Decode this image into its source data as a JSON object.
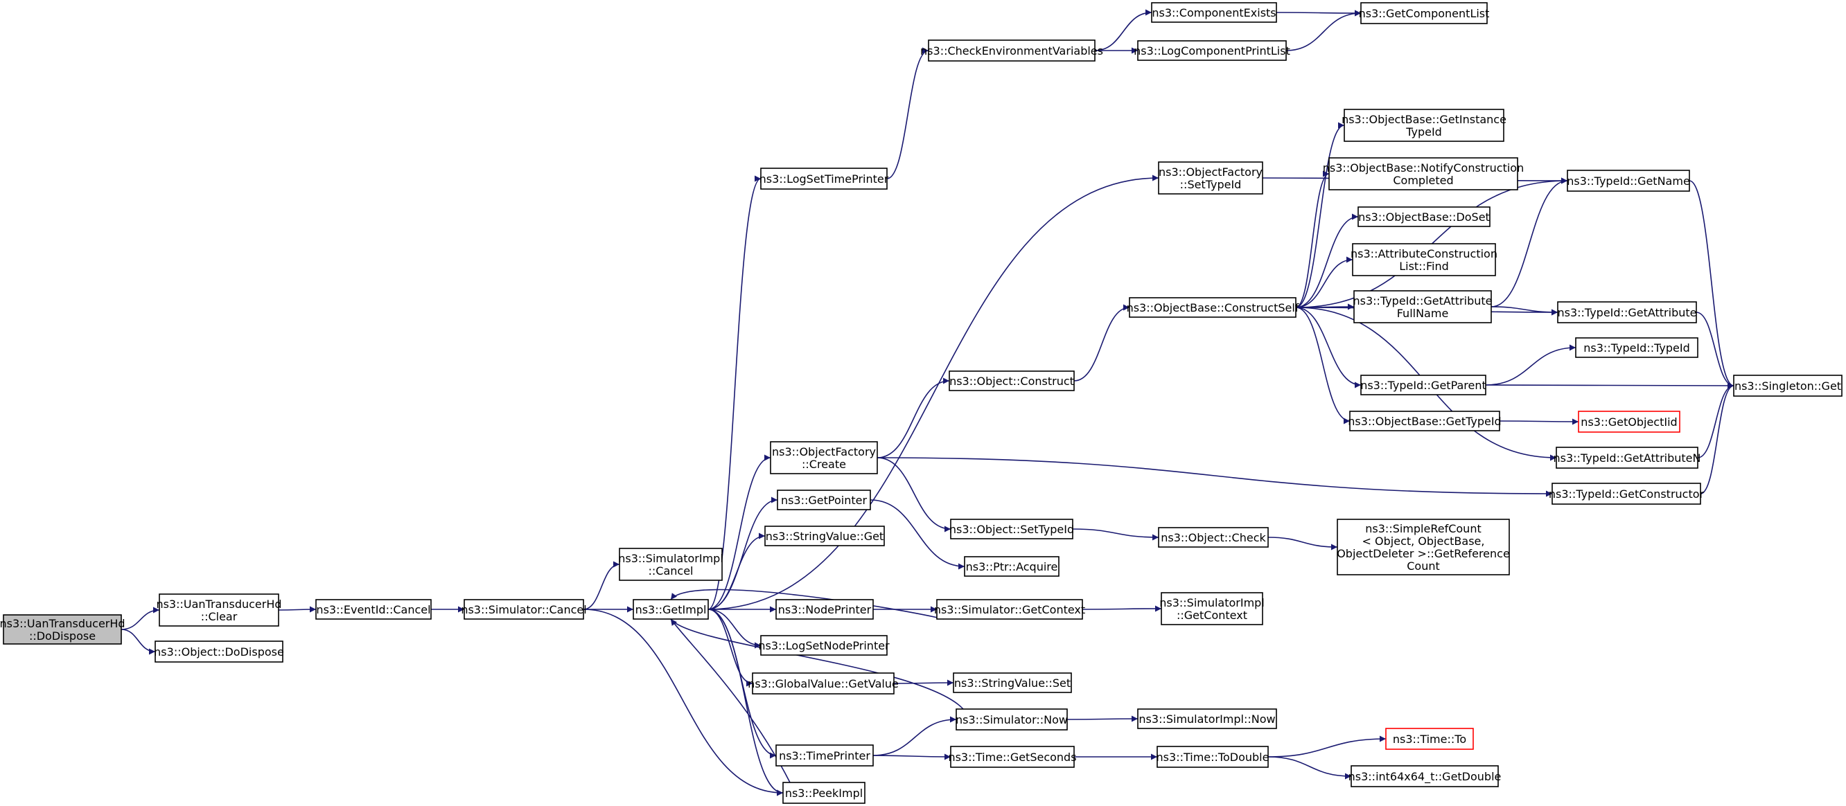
{
  "colors": {
    "edge": "#191970",
    "root_fill": "#bfbfbf",
    "node_border": "#000000",
    "external_border": "#ff0000"
  },
  "nodes": [
    {
      "id": "root",
      "lines": [
        "ns3::UanTransducerHd",
        "::DoDispose"
      ],
      "style": "root"
    },
    {
      "id": "clear",
      "lines": [
        "ns3::UanTransducerHd",
        "::Clear"
      ]
    },
    {
      "id": "dodispose",
      "lines": [
        "ns3::Object::DoDispose"
      ]
    },
    {
      "id": "evcancel",
      "lines": [
        "ns3::EventId::Cancel"
      ]
    },
    {
      "id": "simcancel",
      "lines": [
        "ns3::Simulator::Cancel"
      ]
    },
    {
      "id": "simimplcancel",
      "lines": [
        "ns3::SimulatorImpl",
        "::Cancel"
      ]
    },
    {
      "id": "getimpl",
      "lines": [
        "ns3::GetImpl"
      ]
    },
    {
      "id": "logsettimeprinter",
      "lines": [
        "ns3::LogSetTimePrinter"
      ]
    },
    {
      "id": "checkenv",
      "lines": [
        "ns3::CheckEnvironmentVariables"
      ]
    },
    {
      "id": "compexists",
      "lines": [
        "ns3::ComponentExists"
      ]
    },
    {
      "id": "logcompprint",
      "lines": [
        "ns3::LogComponentPrintList"
      ]
    },
    {
      "id": "getcomplist",
      "lines": [
        "ns3::GetComponentList"
      ]
    },
    {
      "id": "ofsettypeid",
      "lines": [
        "ns3::ObjectFactory",
        "::SetTypeId"
      ]
    },
    {
      "id": "ofcreate",
      "lines": [
        "ns3::ObjectFactory",
        "::Create"
      ]
    },
    {
      "id": "objconstruct",
      "lines": [
        "ns3::Object::Construct"
      ]
    },
    {
      "id": "constructself",
      "lines": [
        "ns3::ObjectBase::ConstructSelf"
      ]
    },
    {
      "id": "getinstancetypeid",
      "lines": [
        "ns3::ObjectBase::GetInstance",
        "TypeId"
      ]
    },
    {
      "id": "notifyconstruction",
      "lines": [
        "ns3::ObjectBase::NotifyConstruction",
        "Completed"
      ]
    },
    {
      "id": "doset",
      "lines": [
        "ns3::ObjectBase::DoSet"
      ]
    },
    {
      "id": "attrfind",
      "lines": [
        "ns3::AttributeConstruction",
        "List::Find"
      ]
    },
    {
      "id": "getattrfullname",
      "lines": [
        "ns3::TypeId::GetAttribute",
        "FullName"
      ]
    },
    {
      "id": "tidgetparent",
      "lines": [
        "ns3::TypeId::GetParent"
      ]
    },
    {
      "id": "obgettypeid",
      "lines": [
        "ns3::ObjectBase::GetTypeId"
      ]
    },
    {
      "id": "tidgetname",
      "lines": [
        "ns3::TypeId::GetName"
      ]
    },
    {
      "id": "tidgetattribute",
      "lines": [
        "ns3::TypeId::GetAttribute"
      ]
    },
    {
      "id": "tidtypeid",
      "lines": [
        "ns3::TypeId::TypeId"
      ]
    },
    {
      "id": "singletonget",
      "lines": [
        "ns3::Singleton::Get"
      ]
    },
    {
      "id": "getobjectiid",
      "lines": [
        "ns3::GetObjectIid"
      ],
      "style": "ext"
    },
    {
      "id": "tidgetattributen",
      "lines": [
        "ns3::TypeId::GetAttributeN"
      ]
    },
    {
      "id": "tidgetconstructor",
      "lines": [
        "ns3::TypeId::GetConstructor"
      ]
    },
    {
      "id": "getpointer",
      "lines": [
        "ns3::GetPointer"
      ]
    },
    {
      "id": "stringvalueget",
      "lines": [
        "ns3::StringValue::Get"
      ]
    },
    {
      "id": "objsettypeid",
      "lines": [
        "ns3::Object::SetTypeId"
      ]
    },
    {
      "id": "ptracquire",
      "lines": [
        "ns3::Ptr::Acquire"
      ]
    },
    {
      "id": "objcheck",
      "lines": [
        "ns3::Object::Check"
      ]
    },
    {
      "id": "simplerefcount",
      "lines": [
        "ns3::SimpleRefCount",
        "< Object, ObjectBase,",
        "ObjectDeleter >::GetReference",
        "Count"
      ]
    },
    {
      "id": "nodeprinter",
      "lines": [
        "ns3::NodePrinter"
      ]
    },
    {
      "id": "simgetcontext",
      "lines": [
        "ns3::Simulator::GetContext"
      ]
    },
    {
      "id": "simimplgetcontext",
      "lines": [
        "ns3::SimulatorImpl",
        "::GetContext"
      ]
    },
    {
      "id": "logsetnodeprinter",
      "lines": [
        "ns3::LogSetNodePrinter"
      ]
    },
    {
      "id": "globalvaluegetvalue",
      "lines": [
        "ns3::GlobalValue::GetValue"
      ]
    },
    {
      "id": "stringvalueset",
      "lines": [
        "ns3::StringValue::Set"
      ]
    },
    {
      "id": "simnow",
      "lines": [
        "ns3::Simulator::Now"
      ]
    },
    {
      "id": "simimplnow",
      "lines": [
        "ns3::SimulatorImpl::Now"
      ]
    },
    {
      "id": "timeprinter",
      "lines": [
        "ns3::TimePrinter"
      ]
    },
    {
      "id": "timegetseconds",
      "lines": [
        "ns3::Time::GetSeconds"
      ]
    },
    {
      "id": "timetodouble",
      "lines": [
        "ns3::Time::ToDouble"
      ]
    },
    {
      "id": "timeto",
      "lines": [
        "ns3::Time::To"
      ],
      "style": "ext"
    },
    {
      "id": "int64getdouble",
      "lines": [
        "ns3::int64x64_t::GetDouble"
      ]
    },
    {
      "id": "peekimpl",
      "lines": [
        "ns3::PeekImpl"
      ]
    }
  ],
  "edges": [
    [
      "root",
      "clear"
    ],
    [
      "root",
      "dodispose"
    ],
    [
      "clear",
      "evcancel"
    ],
    [
      "evcancel",
      "simcancel"
    ],
    [
      "simcancel",
      "simimplcancel"
    ],
    [
      "simcancel",
      "getimpl"
    ],
    [
      "simcancel",
      "peekimpl"
    ],
    [
      "getimpl",
      "logsettimeprinter"
    ],
    [
      "getimpl",
      "ofsettypeid"
    ],
    [
      "getimpl",
      "ofcreate"
    ],
    [
      "getimpl",
      "getpointer"
    ],
    [
      "getimpl",
      "stringvalueget"
    ],
    [
      "getimpl",
      "nodeprinter"
    ],
    [
      "getimpl",
      "logsetnodeprinter"
    ],
    [
      "getimpl",
      "globalvaluegetvalue"
    ],
    [
      "getimpl",
      "timeprinter"
    ],
    [
      "getimpl",
      "peekimpl"
    ],
    [
      "logsettimeprinter",
      "checkenv"
    ],
    [
      "checkenv",
      "compexists"
    ],
    [
      "checkenv",
      "logcompprint"
    ],
    [
      "compexists",
      "getcomplist"
    ],
    [
      "logcompprint",
      "getcomplist"
    ],
    [
      "ofsettypeid",
      "tidgetname"
    ],
    [
      "ofcreate",
      "objconstruct"
    ],
    [
      "ofcreate",
      "objsettypeid"
    ],
    [
      "ofcreate",
      "tidgetconstructor"
    ],
    [
      "objconstruct",
      "constructself"
    ],
    [
      "constructself",
      "getinstancetypeid"
    ],
    [
      "constructself",
      "notifyconstruction"
    ],
    [
      "constructself",
      "doset"
    ],
    [
      "constructself",
      "attrfind"
    ],
    [
      "constructself",
      "getattrfullname"
    ],
    [
      "constructself",
      "tidgetattribute"
    ],
    [
      "constructself",
      "tidgetparent"
    ],
    [
      "constructself",
      "obgettypeid"
    ],
    [
      "constructself",
      "tidgetattributen"
    ],
    [
      "constructself",
      "tidgetname"
    ],
    [
      "getattrfullname",
      "tidgetname"
    ],
    [
      "getattrfullname",
      "tidgetattribute"
    ],
    [
      "tidgetparent",
      "tidtypeid"
    ],
    [
      "tidgetparent",
      "singletonget"
    ],
    [
      "obgettypeid",
      "getobjectiid"
    ],
    [
      "tidgetname",
      "singletonget"
    ],
    [
      "tidgetattribute",
      "singletonget"
    ],
    [
      "tidgetattributen",
      "singletonget"
    ],
    [
      "tidgetconstructor",
      "singletonget"
    ],
    [
      "getpointer",
      "ptracquire"
    ],
    [
      "objsettypeid",
      "objcheck"
    ],
    [
      "objcheck",
      "simplerefcount"
    ],
    [
      "nodeprinter",
      "simgetcontext"
    ],
    [
      "simgetcontext",
      "getimpl"
    ],
    [
      "simgetcontext",
      "simimplgetcontext"
    ],
    [
      "globalvaluegetvalue",
      "stringvalueset"
    ],
    [
      "simnow",
      "getimpl"
    ],
    [
      "simnow",
      "simimplnow"
    ],
    [
      "timeprinter",
      "simnow"
    ],
    [
      "timeprinter",
      "timegetseconds"
    ],
    [
      "timegetseconds",
      "timetodouble"
    ],
    [
      "timetodouble",
      "timeto"
    ],
    [
      "timetodouble",
      "int64getdouble"
    ],
    [
      "peekimpl",
      "getimpl"
    ]
  ]
}
